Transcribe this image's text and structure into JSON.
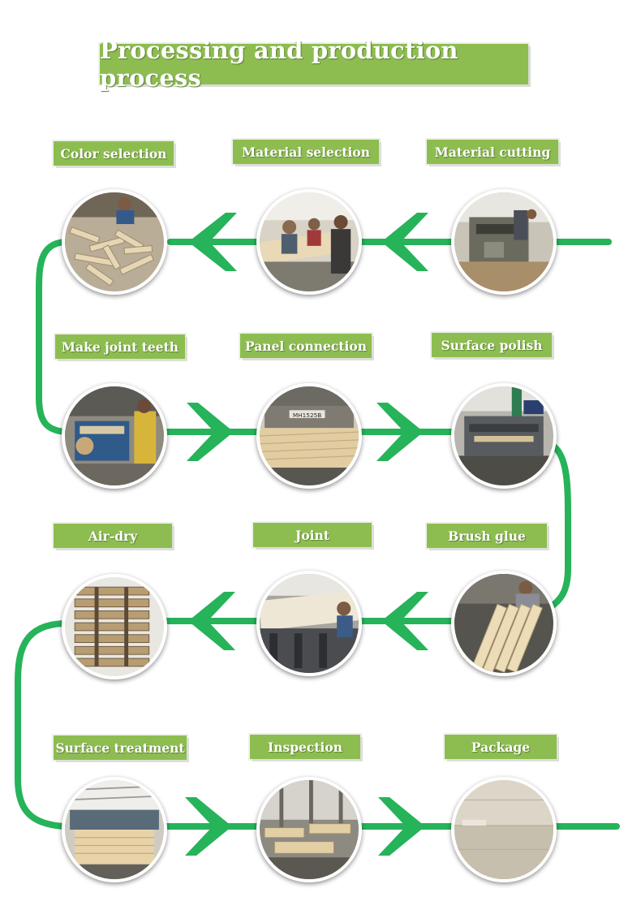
{
  "title": "Processing and production process",
  "colors": {
    "accent": "#26b35a",
    "label_bg": "#8dbd50",
    "label_text": "#ffffff"
  },
  "steps": [
    {
      "label": "Material cutting",
      "photo": "cutting-machine-photo"
    },
    {
      "label": "Material selection",
      "photo": "workers-selection-photo"
    },
    {
      "label": "Color selection",
      "photo": "wood-strips-pile-photo"
    },
    {
      "label": "Make joint teeth",
      "photo": "finger-joint-machine-photo"
    },
    {
      "label": "Panel connection",
      "photo": "panel-connection-machine-photo"
    },
    {
      "label": "Surface polish",
      "photo": "polishing-machine-photo"
    },
    {
      "label": "Brush glue",
      "photo": "glue-brushing-photo"
    },
    {
      "label": "Joint",
      "photo": "joint-press-photo"
    },
    {
      "label": "Air-dry",
      "photo": "stacked-boards-photo"
    },
    {
      "label": "Surface treatment",
      "photo": "treatment-line-photo"
    },
    {
      "label": "Inspection",
      "photo": "inspection-warehouse-photo"
    },
    {
      "label": "Package",
      "photo": "packaged-panels-photo"
    }
  ]
}
